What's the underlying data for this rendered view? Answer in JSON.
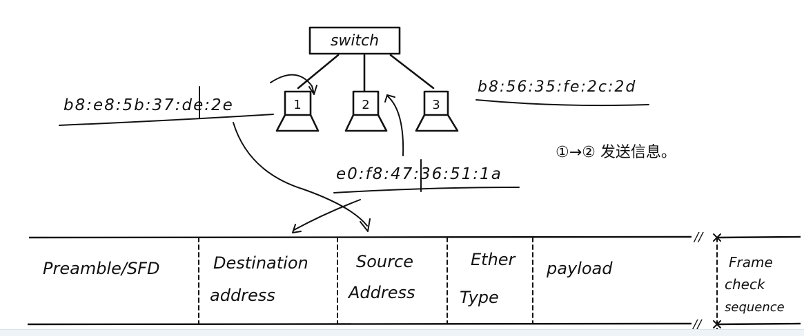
{
  "diagram": {
    "switch": {
      "label": "switch"
    },
    "hosts": [
      {
        "label": "1",
        "mac": "b8:e8:5b:37:de:2e"
      },
      {
        "label": "2",
        "mac": "e0:f8:47:36:51:1a"
      },
      {
        "label": "3",
        "mac": "b8:56:35:fe:2c:2d"
      }
    ],
    "note": "①→② 发送信息。",
    "frame": {
      "fields": [
        {
          "label": "Preamble/SFD"
        },
        {
          "label_line1": "Destination",
          "label_line2": "address"
        },
        {
          "label_line1": "Source",
          "label_line2": "Address"
        },
        {
          "label_line1": "Ether",
          "label_line2": "Type"
        },
        {
          "label": "payload"
        },
        {
          "label_line1": "Frame",
          "label_line2": "check",
          "label_line3": "sequence"
        }
      ],
      "break_mark": "//"
    },
    "colors": {
      "ink": "#111111",
      "background": "#ffffff",
      "status_bar": "#eef3f8"
    }
  }
}
